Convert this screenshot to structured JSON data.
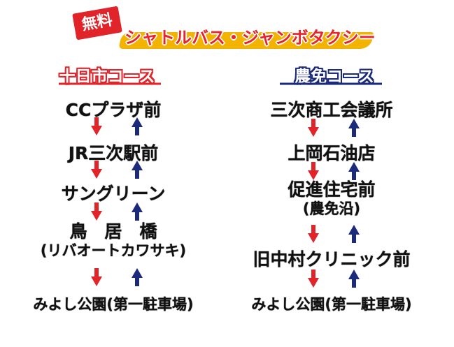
{
  "header": {
    "free_badge": "無料",
    "title": "シャトルバス・ジャンボタクシー",
    "colors": {
      "red": "#e0242a",
      "yellow": "#f2b400",
      "navy": "#1b2a7a"
    }
  },
  "courses": [
    {
      "title": "十日市コース",
      "color": "#e0242a",
      "stops": [
        {
          "name": "CCプラザ前"
        },
        {
          "name": "JR三次駅前"
        },
        {
          "name": "サングリーン"
        },
        {
          "name": "鳥　居　橋",
          "sub": "(リバオートカワサキ)"
        },
        {
          "name": "みよし公園(第一駐車場)"
        }
      ]
    },
    {
      "title": "農免コース",
      "color": "#1b2a7a",
      "stops": [
        {
          "name": "三次商工会議所"
        },
        {
          "name": "上岡石油店"
        },
        {
          "name": "促進住宅前",
          "sub": "(農免沿)"
        },
        {
          "name": "旧中村クリニック前"
        },
        {
          "name": "みよし公園(第一駐車場)"
        }
      ]
    }
  ],
  "arrows": {
    "down": "down-arrow-icon",
    "up": "up-arrow-icon"
  }
}
